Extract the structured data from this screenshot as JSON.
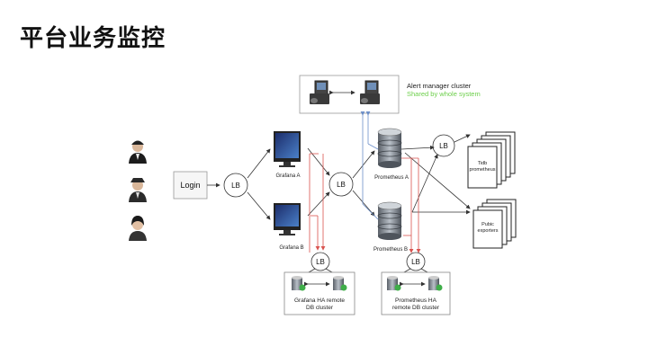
{
  "page": {
    "title": "平台业务监控"
  },
  "alert": {
    "title": "Alert manager cluster",
    "subtitle": "Shared by whole system"
  },
  "login": {
    "label": "Login"
  },
  "lb": {
    "label": "LB"
  },
  "grafana_a": {
    "label": "Grafana A"
  },
  "grafana_b": {
    "label": "Grafana B"
  },
  "prom_a": {
    "label": "Prometheus A"
  },
  "prom_b": {
    "label": "Prometheus B"
  },
  "tidb": {
    "line1": "Tidb",
    "line2": "prometheus"
  },
  "exporters": {
    "line1": "Pubic",
    "line2": "exporters"
  },
  "grafana_db": {
    "line1": "Grafana HA remote",
    "line2": "DB cluster"
  },
  "prom_db": {
    "line1": "Prometheus HA",
    "line2": "remote DB cluster"
  },
  "colors": {
    "alert_subtitle": "#6ccf4a",
    "red_line": "#d9534f",
    "blue_line": "#6d8fc9"
  }
}
